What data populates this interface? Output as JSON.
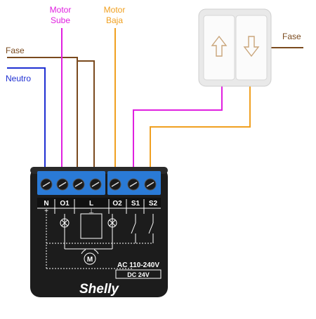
{
  "labels": {
    "motor_sube_line1": "Motor",
    "motor_sube_line2": "Sube",
    "motor_baja_line1": "Motor",
    "motor_baja_line2": "Baja",
    "fase_left": "Fase",
    "neutro": "Neutro",
    "fase_right": "Fase"
  },
  "device": {
    "terminals": [
      "N",
      "O1",
      "L",
      "O2",
      "S1",
      "S2"
    ],
    "plus_sign": "+",
    "ground_sign": "⊥",
    "motor_symbol": "M",
    "voltage_ac": "AC 110-240V",
    "voltage_dc": "DC 24V",
    "brand": "Shelly"
  },
  "colors": {
    "fase": "#7a4a1e",
    "neutro": "#1e2fd2",
    "motor_sube": "#e020e0",
    "motor_baja": "#f0a020",
    "terminal_block": "#2a7ad6",
    "device_body": "#1c1c1c"
  }
}
